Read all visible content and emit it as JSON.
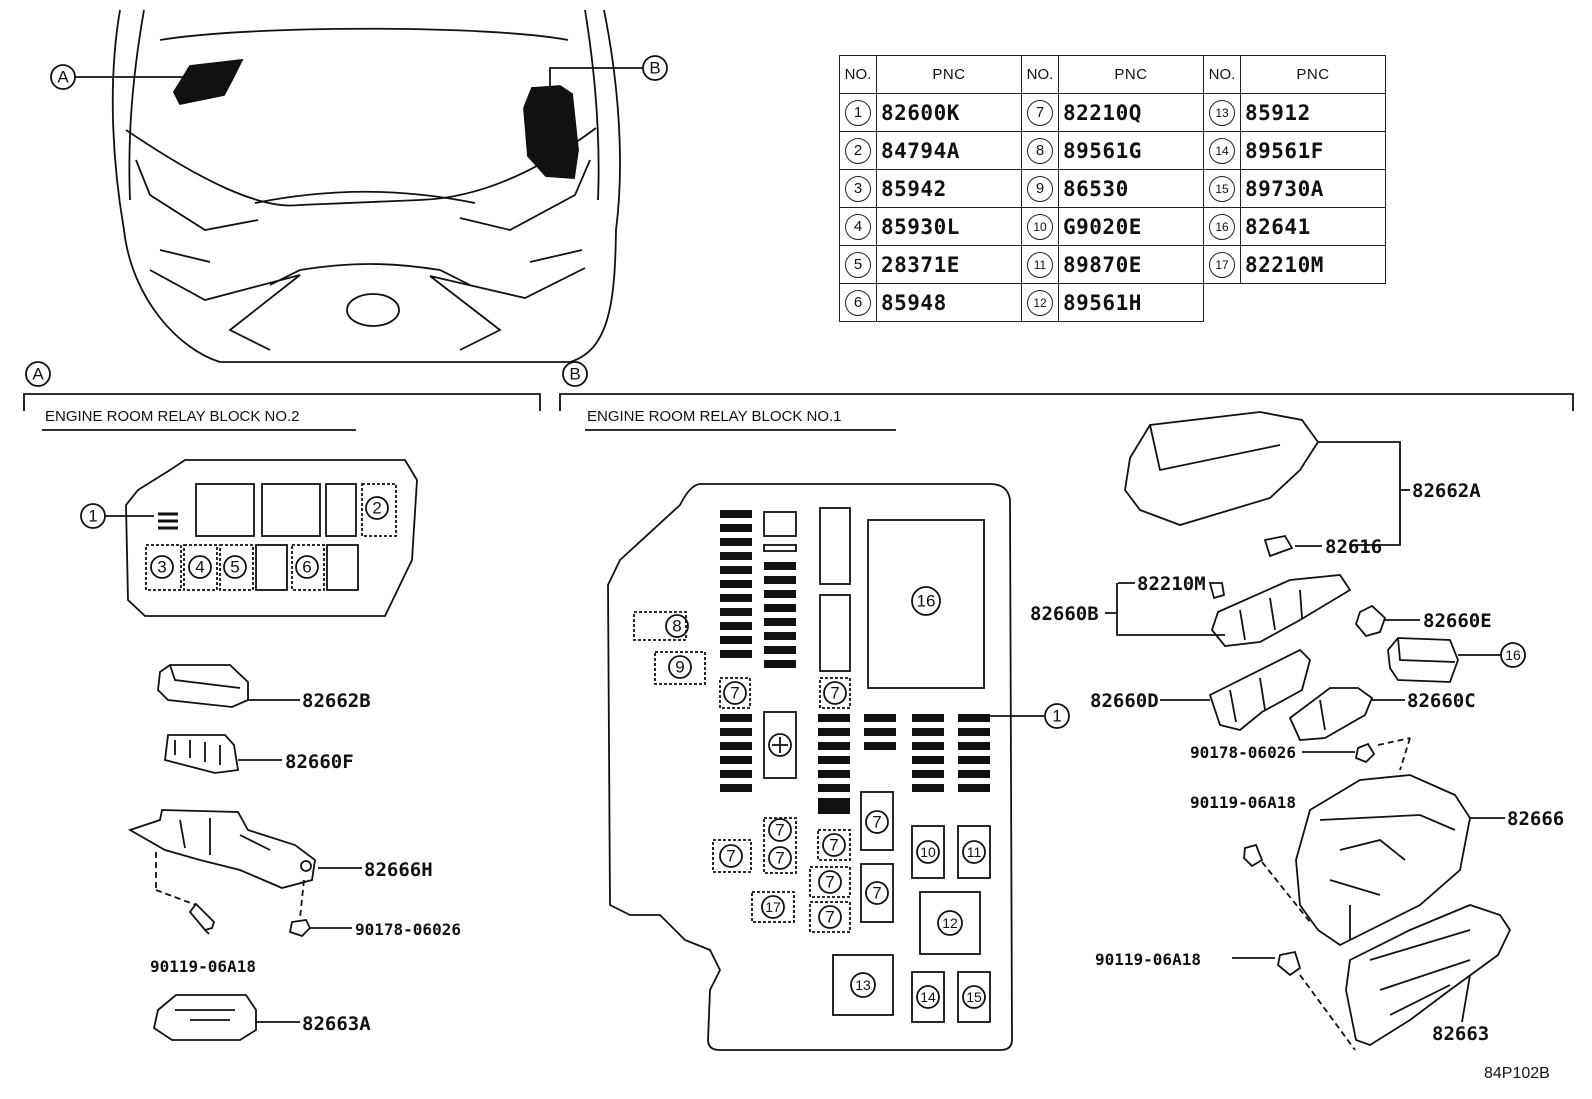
{
  "table": {
    "header_no": "NO.",
    "header_pnc": "PNC",
    "rows": [
      [
        {
          "no": "1",
          "pnc": "82600K"
        },
        {
          "no": "7",
          "pnc": "82210Q"
        },
        {
          "no": "13",
          "pnc": "85912"
        }
      ],
      [
        {
          "no": "2",
          "pnc": "84794A"
        },
        {
          "no": "8",
          "pnc": "89561G"
        },
        {
          "no": "14",
          "pnc": "89561F"
        }
      ],
      [
        {
          "no": "3",
          "pnc": "85942"
        },
        {
          "no": "9",
          "pnc": "86530"
        },
        {
          "no": "15",
          "pnc": "89730A"
        }
      ],
      [
        {
          "no": "4",
          "pnc": "85930L"
        },
        {
          "no": "10",
          "pnc": "G9020E"
        },
        {
          "no": "16",
          "pnc": "82641"
        }
      ],
      [
        {
          "no": "5",
          "pnc": "28371E"
        },
        {
          "no": "11",
          "pnc": "89870E"
        },
        {
          "no": "17",
          "pnc": "82210M"
        }
      ],
      [
        {
          "no": "6",
          "pnc": "85948"
        },
        {
          "no": "12",
          "pnc": "89561H"
        },
        null
      ]
    ]
  },
  "callouts": {
    "a": "A",
    "b": "B"
  },
  "sections": {
    "a_title": "ENGINE ROOM RELAY BLOCK NO.2",
    "b_title": "ENGINE ROOM RELAY BLOCK NO.1"
  },
  "parts_a": {
    "p1": "82662B",
    "p2": "82660F",
    "p3": "82666H",
    "p4": "90178-06026",
    "p5": "90119-06A18",
    "p6": "82663A"
  },
  "parts_b": {
    "p1": "82662A",
    "p2": "82616",
    "p3": "82210M",
    "p4": "82660B",
    "p5": "82660E",
    "p6": "82660D",
    "p7": "82660C",
    "p8": "90178-06026",
    "p9": "90119-06A18",
    "p10": "82666",
    "p11": "90119-06A18",
    "p12": "82663"
  },
  "block_a_numbers": {
    "n1": "1",
    "n2": "2",
    "n3": "3",
    "n4": "4",
    "n5": "5",
    "n6": "6"
  },
  "block_b_numbers": {
    "n8": "8",
    "n9": "9",
    "n7": "7",
    "n16": "16",
    "n10": "10",
    "n11": "11",
    "n12": "12",
    "n13": "13",
    "n14": "14",
    "n15": "15",
    "n17": "17",
    "n1": "1",
    "plus": "+"
  },
  "figure_code": "84P102B"
}
